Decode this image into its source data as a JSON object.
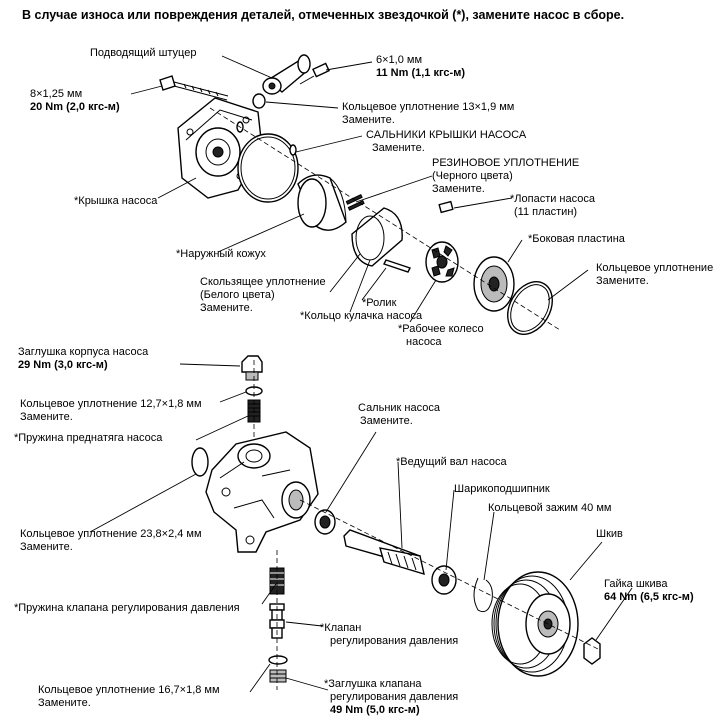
{
  "header": "В случае износа или повреждения деталей, отмеченных звездочкой (*), замените насос в сборе.",
  "labels": {
    "inlet_fitting": "Подводящий штуцер",
    "bolt_small_size": "6×1,0 мм",
    "bolt_small_torque": "11 Nm (1,1 кгс-м)",
    "bolt_large_size": "8×1,25 мм",
    "bolt_large_torque": "20 Nm (2,0 кгс-м)",
    "oring_13": "Кольцевое уплотнение 13×1,9 мм",
    "oring_13_replace": "Замените.",
    "cover_seals": "САЛЬНИКИ КРЫШКИ НАСОСА",
    "cover_seals_replace": "Замените.",
    "rubber_seal_1": "РЕЗИНОВОЕ УПЛОТНЕНИЕ",
    "rubber_seal_2": "(Черного цвета)",
    "rubber_seal_3": "Замените.",
    "pump_cover": "*Крышка насоса",
    "vanes_1": "*Лопасти насоса",
    "vanes_2": "(11 пластин)",
    "side_plate": "*Боковая пластина",
    "outer_housing": "*Наружный кожух",
    "oring_right_1": "Кольцевое уплотнение",
    "oring_right_2": "Замените.",
    "slide_seal_1": "Скользящее уплотнение",
    "slide_seal_2": "(Белого цвета)",
    "slide_seal_3": "Замените.",
    "roller": "*Ролик",
    "cam_ring": "*Кольцо кулачка насоса",
    "rotor_1": "*Рабочее колесо",
    "rotor_2": "насоса",
    "housing_plug": "Заглушка корпуса насоса",
    "housing_plug_torque": "29 Nm (3,0 кгс-м)",
    "oring_127_1": "Кольцевое уплотнение 12,7×1,8 мм",
    "oring_127_2": "Замените.",
    "preload_spring": "*Пружина преднатяга насоса",
    "pump_seal_1": "Сальник насоса",
    "pump_seal_2": "Замените.",
    "drive_shaft": "*Ведущий вал насоса",
    "ball_bearing": "Шарикоподшипник",
    "snap_ring": "Кольцевой зажим 40 мм",
    "oring_238_1": "Кольцевое уплотнение 23,8×2,4 мм",
    "oring_238_2": "Замените.",
    "pulley": "Шкив",
    "pulley_nut": "Гайка шкива",
    "pulley_nut_torque": "64 Nm (6,5 кгс-м)",
    "valve_spring": "*Пружина клапана регулирования давления",
    "valve_1": "*Клапан",
    "valve_2": "регулирования давления",
    "oring_167_1": "Кольцевое уплотнение 16,7×1,8 мм",
    "oring_167_2": "Замените.",
    "valve_plug_1": "*Заглушка клапана",
    "valve_plug_2": "регулирования давления",
    "valve_plug_torque": "49 Nm (5,0 кгс-м)"
  }
}
